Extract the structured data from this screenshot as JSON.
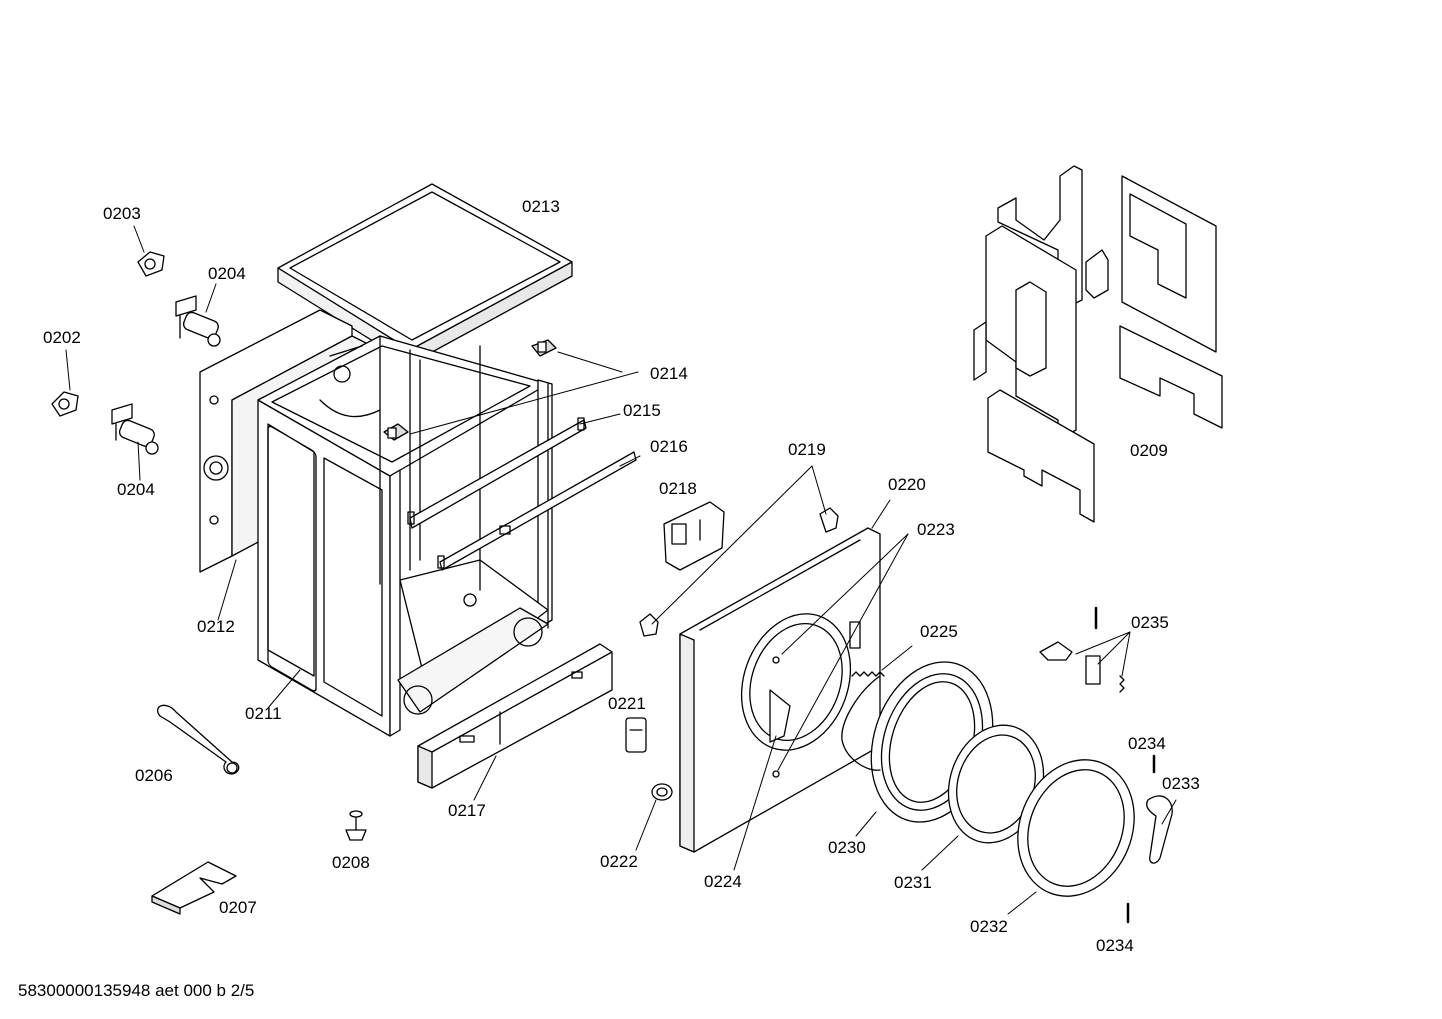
{
  "labels": {
    "p0202": "0202",
    "p0203": "0203",
    "p0204a": "0204",
    "p0204b": "0204",
    "p0206": "0206",
    "p0207": "0207",
    "p0208": "0208",
    "p0209": "0209",
    "p0211": "0211",
    "p0212": "0212",
    "p0213": "0213",
    "p0214": "0214",
    "p0215": "0215",
    "p0216": "0216",
    "p0217": "0217",
    "p0218": "0218",
    "p0219": "0219",
    "p0220": "0220",
    "p0221": "0221",
    "p0222": "0222",
    "p0223": "0223",
    "p0224": "0224",
    "p0225": "0225",
    "p0230": "0230",
    "p0231": "0231",
    "p0232": "0232",
    "p0233": "0233",
    "p0234a": "0234",
    "p0234b": "0234",
    "p0235": "0235"
  },
  "footer": "58300000135948 aet 000 b 2/5"
}
